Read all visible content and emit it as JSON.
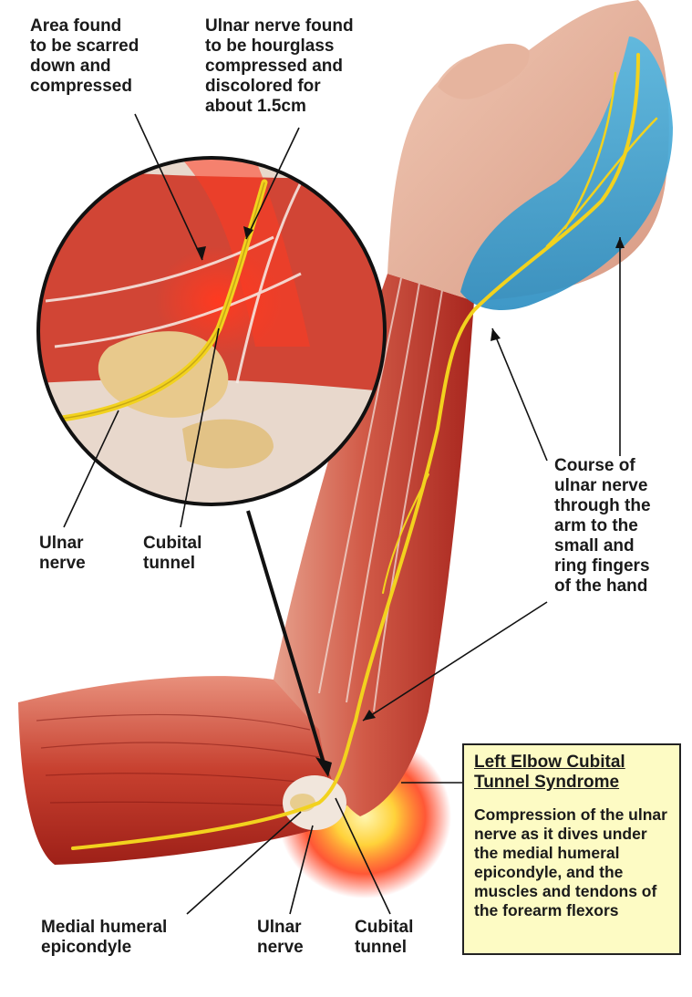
{
  "labels": {
    "scarred_area": "Area found\nto be scarred\ndown and\ncompressed",
    "hourglass": "Ulnar nerve found\nto be hourglass\ncompressed and\ndiscolored for\nabout 1.5cm",
    "inset_ulnar_nerve": "Ulnar\nnerve",
    "inset_cubital_tunnel": "Cubital\ntunnel",
    "course_of_nerve": "Course of\nulnar nerve\nthrough the\narm to the\nsmall and\nring fingers\nof the hand",
    "medial_epicondyle": "Medial humeral\nepicondyle",
    "elbow_ulnar_nerve": "Ulnar\nnerve",
    "elbow_cubital_tunnel": "Cubital\ntunnel"
  },
  "title_box": {
    "title": "Left Elbow Cubital\nTunnel Syndrome",
    "description": "Compression of the ulnar nerve as it dives under the medial humeral epicondyle, and the muscles and tendons of the forearm flexors"
  },
  "colors": {
    "nerve": "#f2d21e",
    "muscle": "#c9342a",
    "skin": "#e8b7a0",
    "nerve_zone": "#3aa6d6",
    "inflammation": "#ff2a10",
    "label_box": "#fdfbc4"
  }
}
